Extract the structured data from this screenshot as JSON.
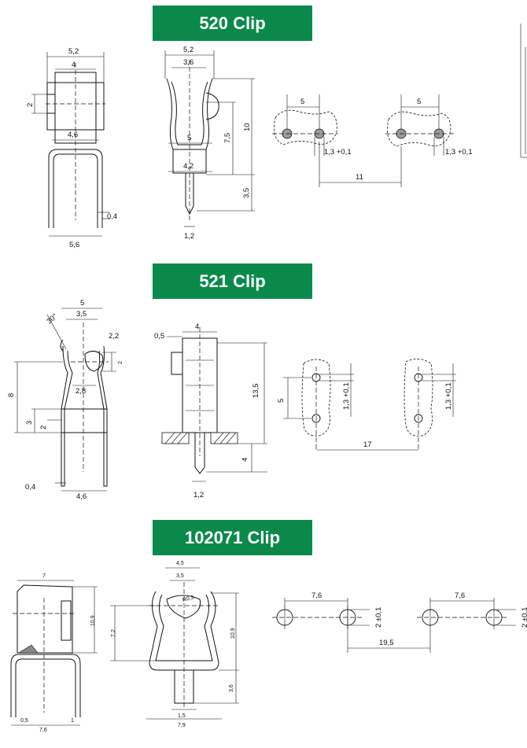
{
  "sections": [
    {
      "title": "520 Clip",
      "dims": {
        "a_top_outer": "5,2",
        "a_top_inner": "4",
        "a_side": "2",
        "a_mid": "4,6",
        "a_thick": "0,4",
        "a_bottom": "5,6",
        "b_top_outer": "5,2",
        "b_top_inner": "3,6",
        "b_inner": "5",
        "b_mid": "7,5",
        "b_height": "10",
        "b_width2": "4,2",
        "b_pin": "3,5",
        "b_pinw": "1,2",
        "c_pitch1": "5",
        "c_hole1": "1,3 +0,1",
        "c_pitch2": "5",
        "c_hole2": "1,3 +0,1",
        "c_span": "11"
      }
    },
    {
      "title": "521 Clip",
      "dims": {
        "a_angle": "30°",
        "a_top_outer": "5",
        "a_top_inner": "3,5",
        "a_r": "2,2",
        "a_side": "2",
        "a_height": "8",
        "a_mid": "2,8",
        "a_low1": "3",
        "a_low2": "2",
        "a_thick": "0,4",
        "a_bottom": "4,6",
        "b_top": "4",
        "b_thick": "0,5",
        "b_height": "13,5",
        "b_pin": "4",
        "b_pinw": "1,2",
        "c_pitch": "5",
        "c_hole1": "1,3 +0,1",
        "c_hole2": "1,3 +0,1",
        "c_span": "17"
      }
    },
    {
      "title": "102071 Clip",
      "dims": {
        "a_top": "7",
        "a_height": "10,9",
        "a_thick": "0,5",
        "a_bottom": "7,6",
        "a_small": "1",
        "b_top_outer": "4,5",
        "b_top_inner": "3,5",
        "b_r": "R0,3",
        "b_side": "7,2",
        "b_height": "10,9",
        "b_pin": "3,6",
        "b_pinw": "1,5",
        "b_bottom": "7,9",
        "c_pitch1": "7,6",
        "c_hole1": "2 ±0,1",
        "c_pitch2": "7,6",
        "c_hole2": "2 ±0,1",
        "c_span": "19,5"
      }
    }
  ],
  "colors": {
    "banner": "#0a8a4a",
    "banner_text": "#ffffff"
  }
}
